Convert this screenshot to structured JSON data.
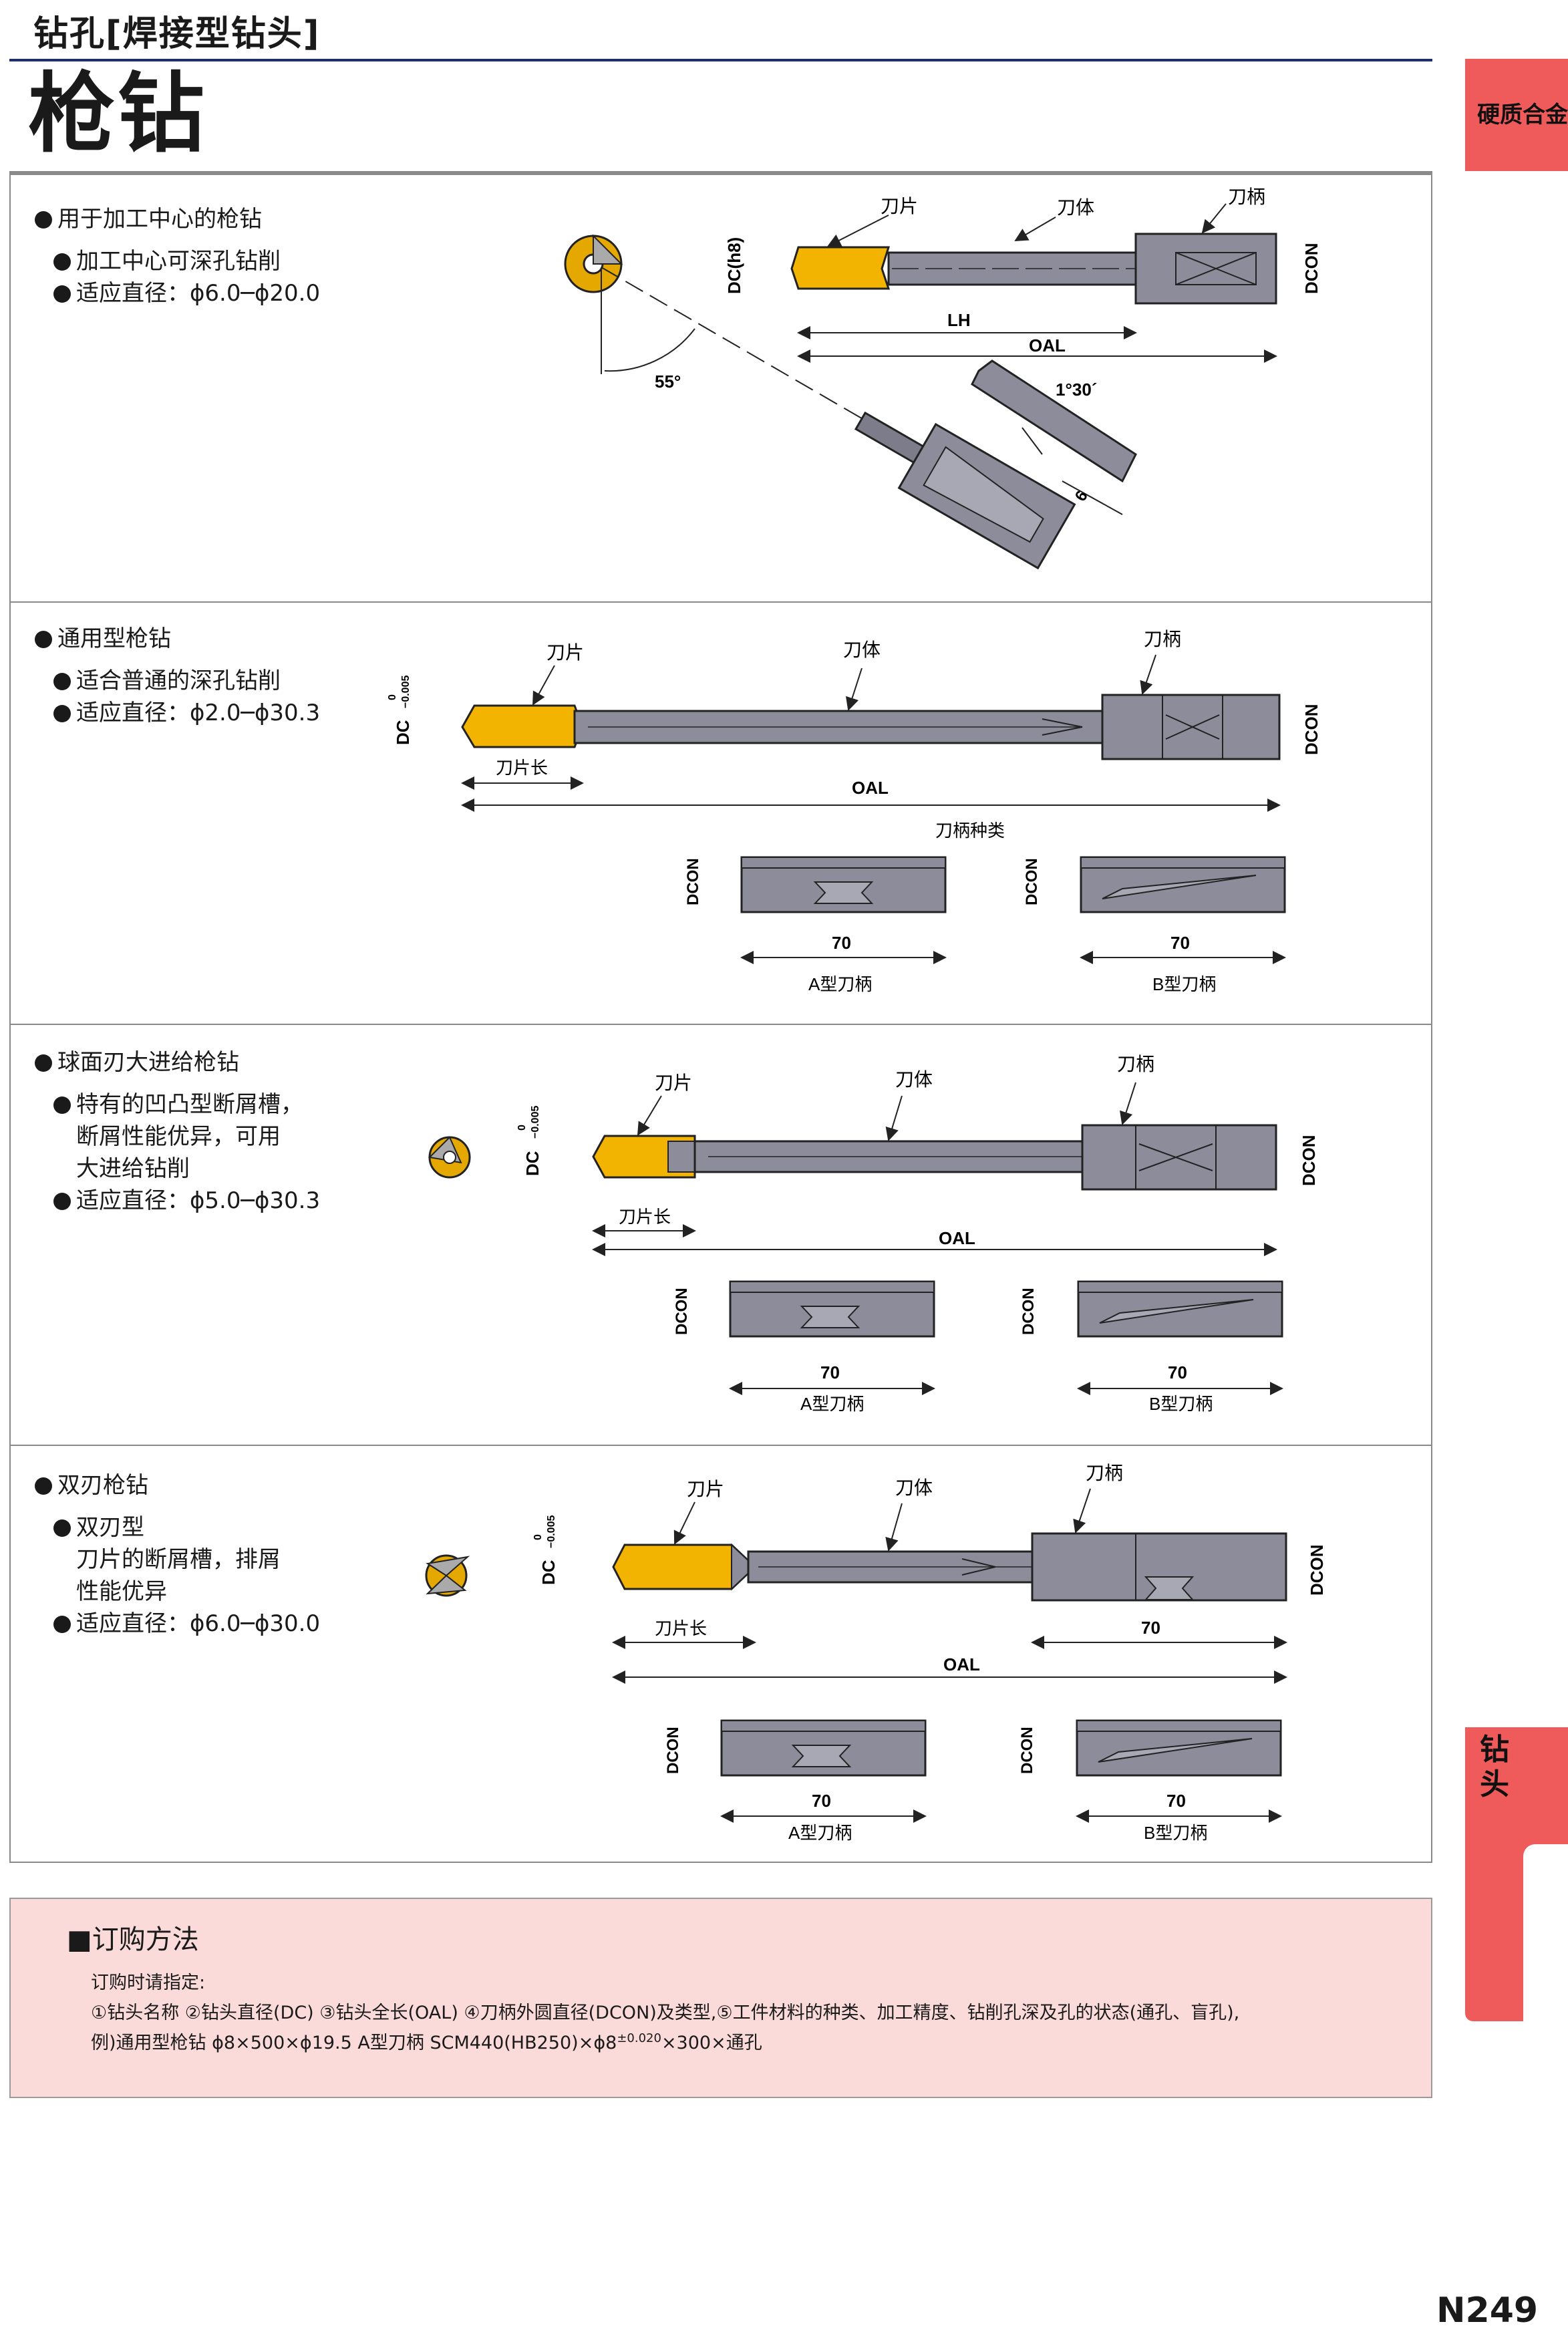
{
  "header": {
    "category": "钻孔[焊接型钻头]",
    "title": "枪钻",
    "side_tab_top": "硬质合金",
    "side_tab_section": "钻头",
    "page_number": "N249"
  },
  "sections": [
    {
      "title": "用于加工中心的枪钻",
      "lines": [
        "加工中心可深孔钻削",
        "适应直径：ϕ6.0─ϕ20.0"
      ],
      "labels": {
        "blade": "刀片",
        "body": "刀体",
        "shank": "刀柄",
        "dc": "DC(h8)",
        "dcon": "DCON",
        "lh": "LH",
        "oal": "OAL",
        "angle": "55°",
        "taper": "1°30´",
        "six": "6"
      }
    },
    {
      "title": "通用型枪钻",
      "lines": [
        "适合普通的深孔钻削",
        "适应直径：ϕ2.0─ϕ30.3"
      ],
      "labels": {
        "blade": "刀片",
        "body": "刀体",
        "shank": "刀柄",
        "dc": "DC",
        "tol_upper": "0",
        "tol_lower": "−0.005",
        "dcon": "DCON",
        "blade_len": "刀片长",
        "oal": "OAL",
        "shank_types": "刀柄种类",
        "dim70": "70",
        "type_a": "A型刀柄",
        "type_b": "B型刀柄"
      }
    },
    {
      "title": "球面刃大进给枪钻",
      "lines": [
        "特有的凹凸型断屑槽，",
        "断屑性能优异，可用",
        "大进给钻削",
        "适应直径：ϕ5.0─ϕ30.3"
      ],
      "labels": {
        "blade": "刀片",
        "body": "刀体",
        "shank": "刀柄",
        "dc": "DC",
        "tol_upper": "0",
        "tol_lower": "−0.005",
        "dcon": "DCON",
        "blade_len": "刀片长",
        "oal": "OAL",
        "dim70": "70",
        "type_a": "A型刀柄",
        "type_b": "B型刀柄"
      }
    },
    {
      "title": "双刃枪钻",
      "lines": [
        "双刃型",
        "刀片的断屑槽，排屑",
        "性能优异",
        "适应直径：ϕ6.0─ϕ30.0"
      ],
      "labels": {
        "blade": "刀片",
        "body": "刀体",
        "shank": "刀柄",
        "dc": "DC",
        "tol_upper": "0",
        "tol_lower": "−0.005",
        "dcon": "DCON",
        "blade_len": "刀片长",
        "oal": "OAL",
        "dim70": "70",
        "type_a": "A型刀柄",
        "type_b": "B型刀柄"
      }
    }
  ],
  "order": {
    "title": "■订购方法",
    "line1": "订购时请指定:",
    "line2": "①钻头名称 ②钻头直径(DC) ③钻头全长(OAL) ④刀柄外圆直径(DCON)及类型,⑤工件材料的种类、加工精度、钻削孔深及孔的状态(通孔、盲孔),",
    "line3_prefix": "例)通用型枪钻 ϕ8×500×ϕ19.5 A型刀柄 SCM440(HB250)×ϕ8",
    "line3_sup": "±0.020",
    "line3_suffix": "×300×通孔"
  },
  "colors": {
    "accent_red": "#ef5a5a",
    "order_bg": "#fbdada",
    "blade_yellow": "#f2b400",
    "body_gray": "#8c8c9a",
    "rule_blue": "#1f2f6e"
  }
}
